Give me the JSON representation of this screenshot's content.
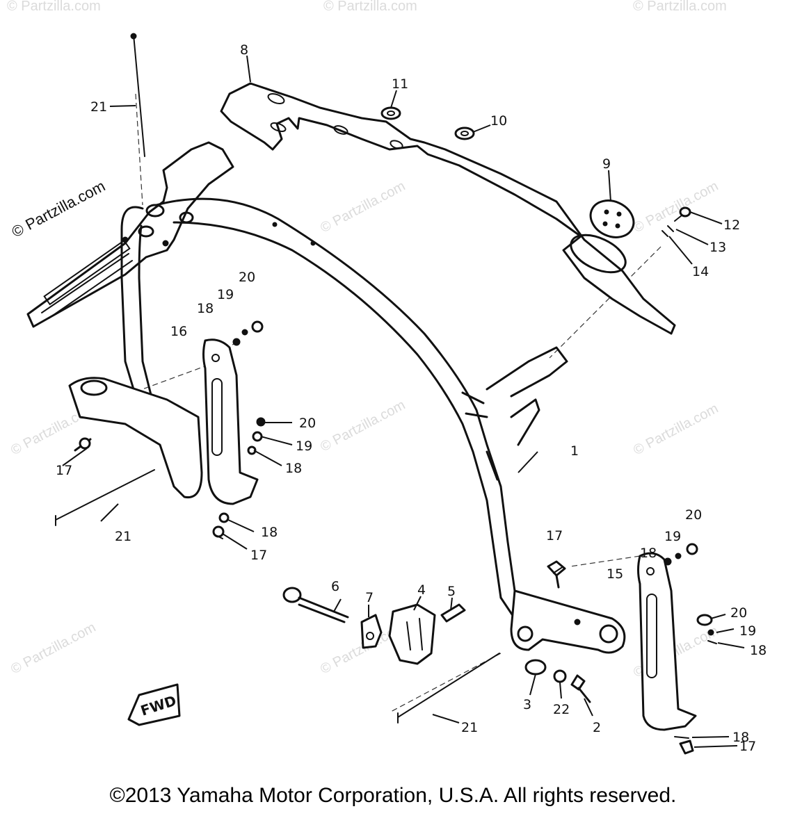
{
  "copyright": "©2013 Yamaha Motor Corporation, U.S.A. All rights reserved.",
  "watermark_text": "© Partzilla.com",
  "fwd_label": "FWD",
  "callouts": {
    "c1": "1",
    "c2": "2",
    "c3": "3",
    "c4": "4",
    "c5": "5",
    "c6": "6",
    "c7": "7",
    "c8": "8",
    "c9": "9",
    "c10": "10",
    "c11": "11",
    "c12": "12",
    "c13": "13",
    "c14": "14",
    "c15": "15",
    "c16": "16",
    "c17a": "17",
    "c17b": "17",
    "c17c": "17",
    "c17d": "17",
    "c18a": "18",
    "c18b": "18",
    "c18c": "18",
    "c18d": "18",
    "c18e": "18",
    "c18f": "18",
    "c19a": "19",
    "c19b": "19",
    "c19c": "19",
    "c19d": "19",
    "c20a": "20",
    "c20b": "20",
    "c20c": "20",
    "c20d": "20",
    "c21a": "21",
    "c21b": "21",
    "c21c": "21",
    "c22": "22"
  }
}
